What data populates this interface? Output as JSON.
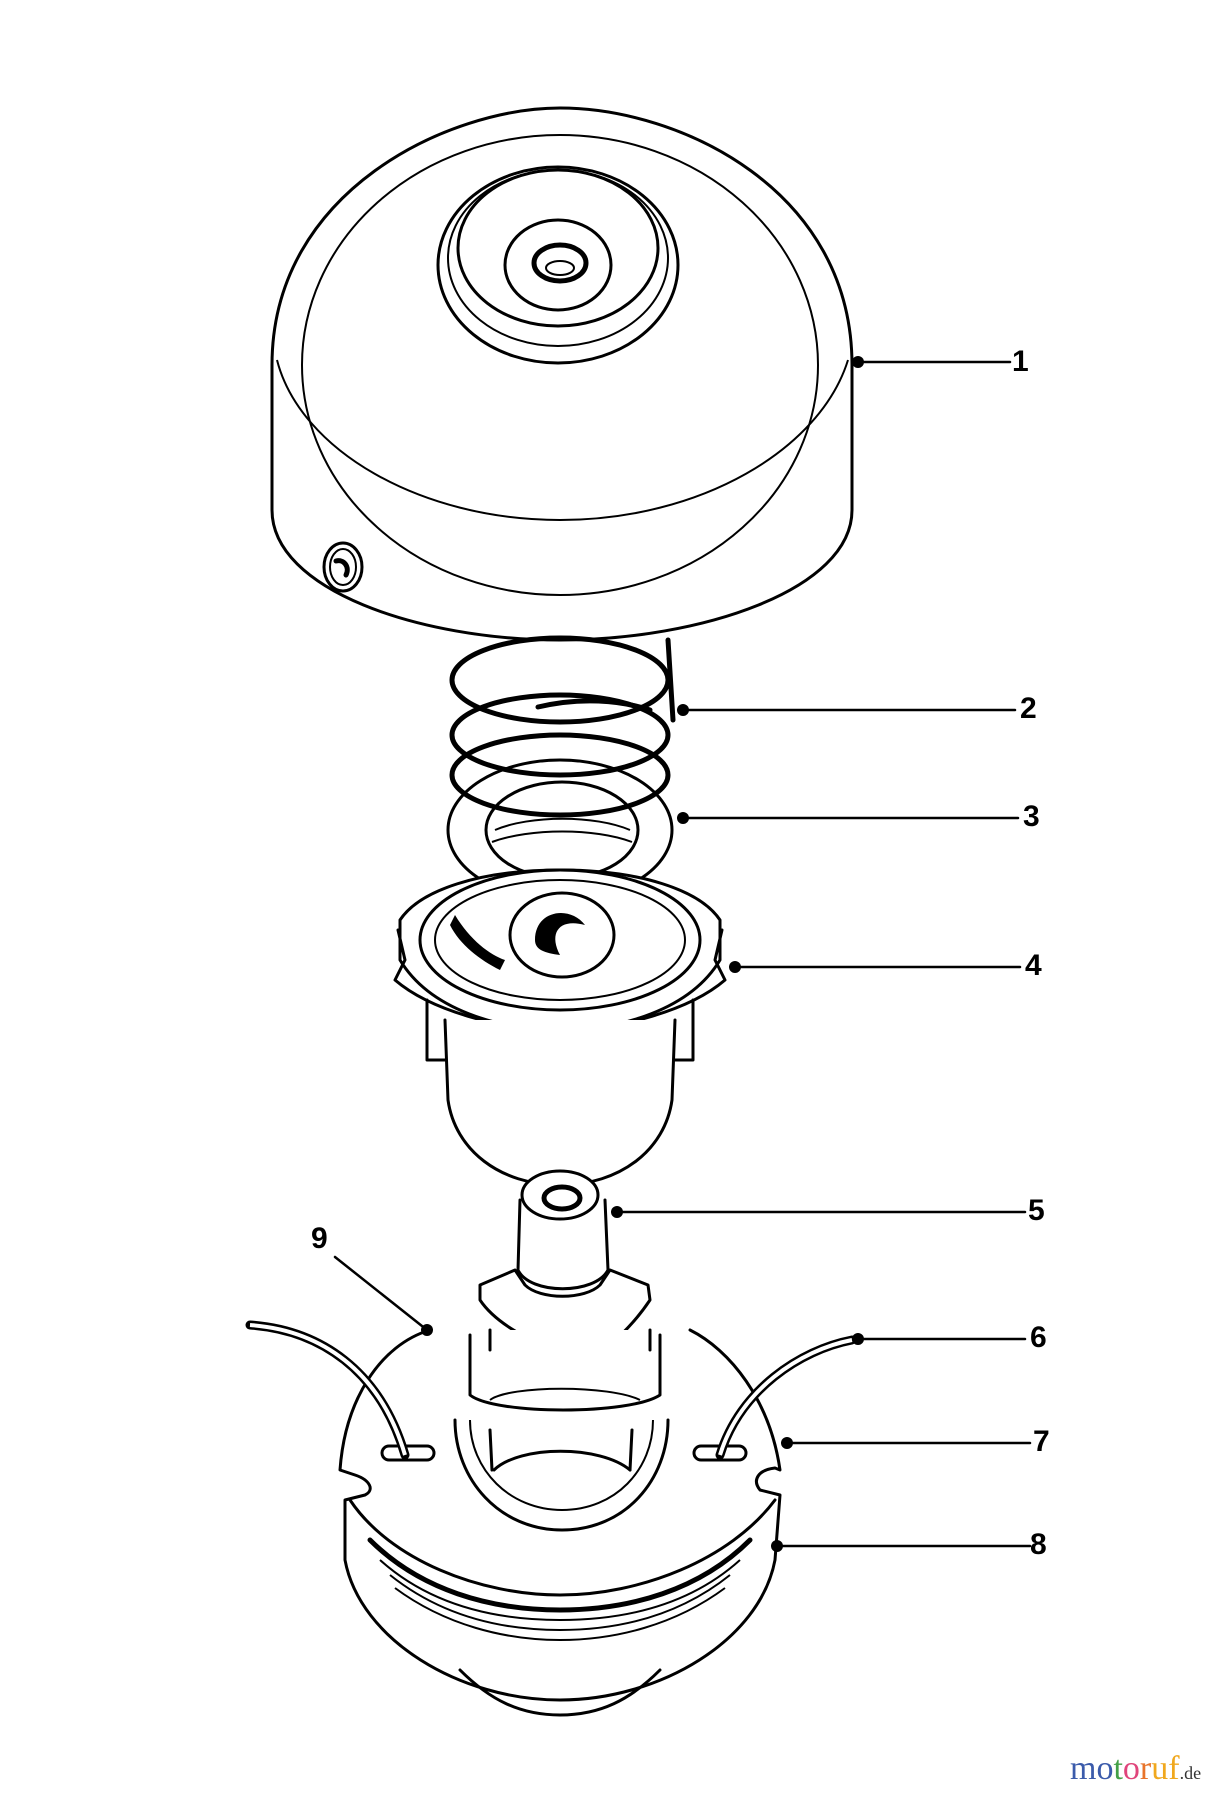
{
  "diagram": {
    "type": "exploded-parts-view",
    "subject": "trimmer spool head assembly",
    "callouts": [
      {
        "number": "1",
        "part": "cover / housing"
      },
      {
        "number": "2",
        "part": "spring"
      },
      {
        "number": "3",
        "part": "washer"
      },
      {
        "number": "4",
        "part": "spool retainer cup"
      },
      {
        "number": "5",
        "part": "hub / bolt insert"
      },
      {
        "number": "6",
        "part": "trimmer line"
      },
      {
        "number": "7",
        "part": "line eyelet"
      },
      {
        "number": "8",
        "part": "spool"
      },
      {
        "number": "9",
        "part": "spool base / knob"
      }
    ]
  },
  "labels": {
    "l1": "1",
    "l2": "2",
    "l3": "3",
    "l4": "4",
    "l5": "5",
    "l6": "6",
    "l7": "7",
    "l8": "8",
    "l9": "9"
  },
  "watermark": {
    "letters": [
      "m",
      "o",
      "t",
      "o",
      "r",
      "u",
      "f"
    ],
    "colors": [
      "#3b5bab",
      "#3b5bab",
      "#43a047",
      "#e0457b",
      "#e8742a",
      "#f0a81e",
      "#f0a81e"
    ],
    "tld": ".de"
  }
}
